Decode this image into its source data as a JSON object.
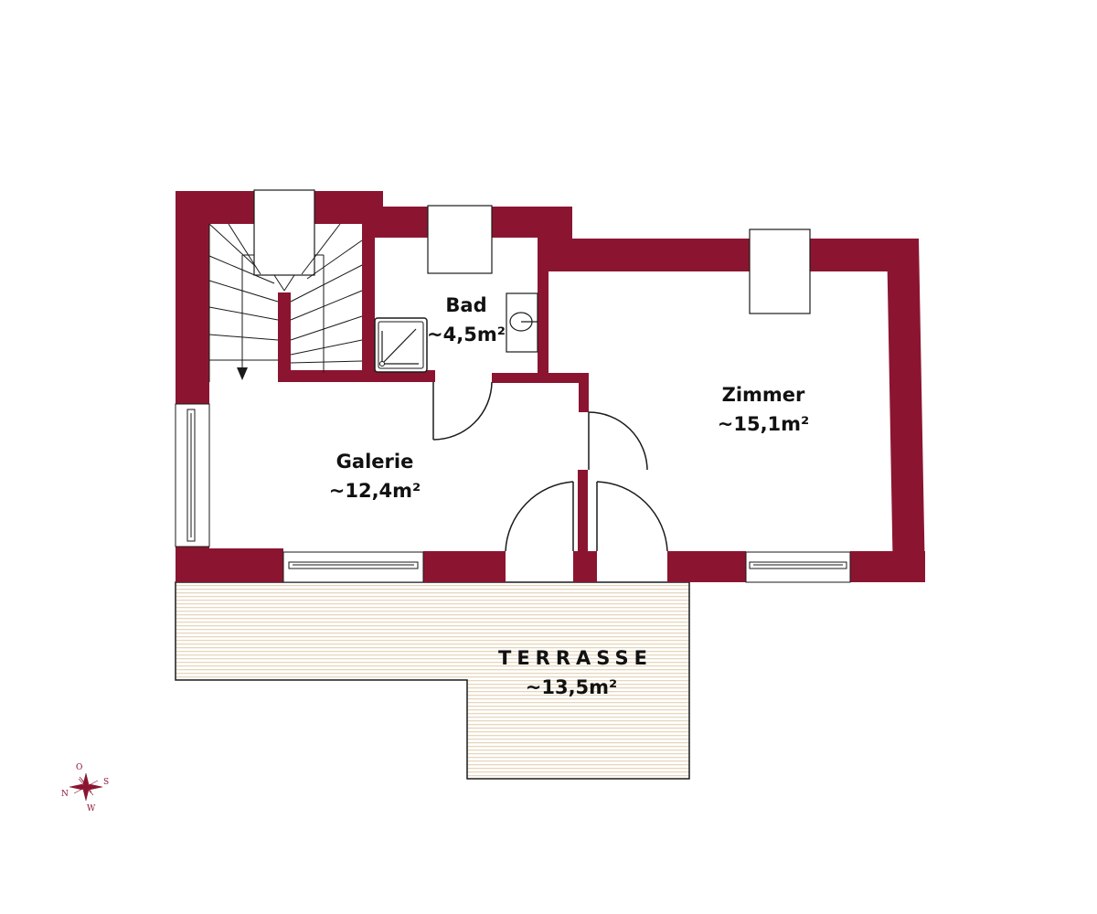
{
  "colors": {
    "wall": "#8B1530",
    "line": "#1a1a1a",
    "terrace_stripe": "#e8dcc4",
    "background": "#ffffff"
  },
  "rooms": [
    {
      "id": "bad",
      "name": "Bad",
      "area": "~4,5m²"
    },
    {
      "id": "zimmer",
      "name": "Zimmer",
      "area": "~15,1m²"
    },
    {
      "id": "galerie",
      "name": "Galerie",
      "area": "~12,4m²"
    },
    {
      "id": "terrasse",
      "name": "TERRASSE",
      "area": "~13,5m²"
    }
  ],
  "compass": {
    "north": "N",
    "top": "O",
    "east": "S",
    "bottom": "W",
    "icon": "compass-rose-icon"
  }
}
